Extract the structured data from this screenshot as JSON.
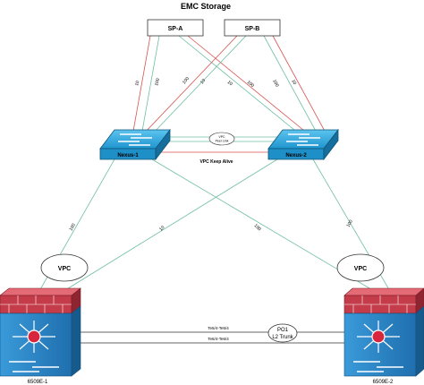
{
  "title": "EMC Storage",
  "storage": {
    "sp_a": "SP-A",
    "sp_b": "SP-B"
  },
  "switches": {
    "nexus1": "Nexus-1",
    "nexus2": "Nexus-2"
  },
  "vpc_peer_link": {
    "line1": "VPC",
    "line2": "Peer Link"
  },
  "vpc_keep_alive": "VPC Keep Alive",
  "link_labels": {
    "spa_n1_1": "10",
    "spa_n1_2": "100",
    "spa_n2_1": "100",
    "spa_n2_2": "10",
    "spb_n1_1": "10",
    "spb_n1_2": "100",
    "spb_n2_1": "100",
    "spb_n2_2": "10",
    "n1_e1": "100",
    "n1_e2": "100",
    "n2_e1": "10",
    "n2_e2": "100"
  },
  "vpc_left": "VPC",
  "vpc_right": "VPC",
  "core_switches": {
    "left": "6509E-1",
    "right": "6509E-2"
  },
  "trunk": {
    "label_top": "Te5/4-Te5/4",
    "label_bottom": "Te6/4-Te6/4",
    "po_line1": "PO1",
    "po_line2": "L2 Trunk"
  },
  "colors": {
    "red_link": "#d9534f",
    "green_link": "#6fbfa0",
    "switch_blue": "#2aa0d6",
    "switch_dark": "#1b6f9a",
    "core_red": "#c43c4a",
    "core_blue": "#2b86c8"
  }
}
